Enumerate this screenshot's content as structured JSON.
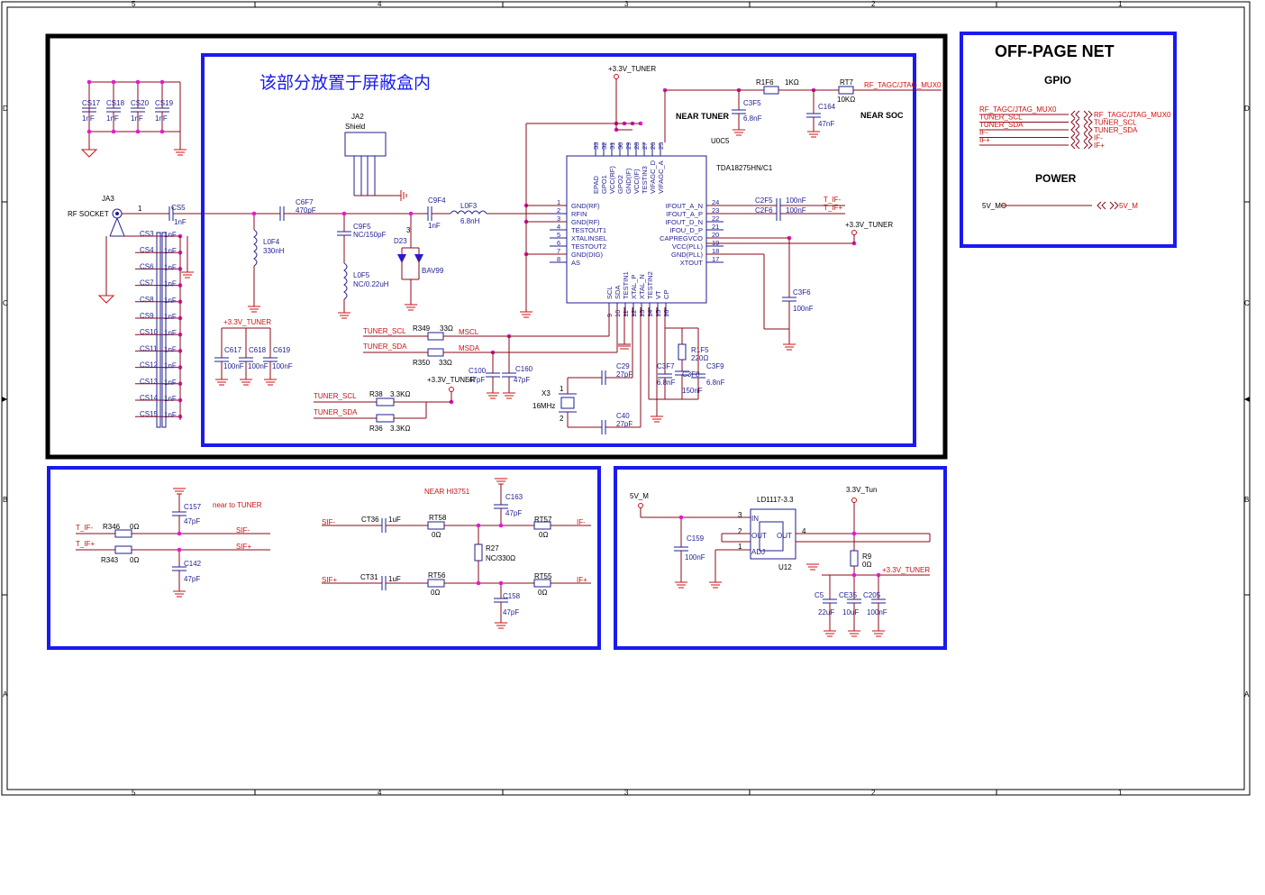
{
  "frame": {
    "cols": [
      "5",
      "4",
      "3",
      "2",
      "1"
    ],
    "rows": [
      "D",
      "C",
      "B",
      "A"
    ]
  },
  "shield_note": "该部分放置于屏蔽盒内",
  "offpage": {
    "title": "OFF-PAGE NET",
    "gpio_title": "GPIO",
    "power_title": "POWER",
    "nets": [
      "RF_TAGC/JTAG_MUX0",
      "TUNER_SCL",
      "TUNER_SDA",
      "IF-",
      "IF+"
    ],
    "power_net": "5V_M"
  },
  "tuner": {
    "ref": "U0C5",
    "part": "TDA18275HN/C1",
    "top_pins": [
      "33",
      "32",
      "31",
      "30",
      "29",
      "28",
      "27",
      "26",
      "25"
    ],
    "top_names": [
      "EPAD",
      "GPO1",
      "VCC(RF)",
      "GPO2",
      "GND(IF)",
      "VCC(IF)",
      "TESTIN3",
      "VIFAGC_D",
      "VIFAGC_A"
    ],
    "left_pins": [
      "1",
      "2",
      "3",
      "4",
      "5",
      "6",
      "7",
      "8"
    ],
    "left_names": [
      "GND(RF)",
      "RFIN",
      "GND(RF)",
      "TESTOUT1",
      "XTALINSEL",
      "TESTOUT2",
      "GND(DIG)",
      "AS"
    ],
    "right_pins": [
      "24",
      "23",
      "22",
      "21",
      "20",
      "19",
      "18",
      "17"
    ],
    "right_names": [
      "IFOUT_A_N",
      "IFOUT_A_P",
      "IFOUT_D_N",
      "IFOU_D_P",
      "CAPREGVCO",
      "VCC(PLL)",
      "GND(PLL)",
      "XTOUT"
    ],
    "bottom_pins": [
      "9",
      "10",
      "11",
      "12",
      "13",
      "14",
      "15",
      "16"
    ],
    "bottom_names": [
      "SCL",
      "SDA",
      "TESTIN1",
      "XTAL_P",
      "XTAL_N",
      "TESTIN2",
      "VT",
      "CP"
    ]
  },
  "rail_tuner": "+3.3V_TUNER",
  "labels": {
    "near_tuner": "NEAR  TUNER",
    "near_soc": "NEAR  SOC",
    "rf_socket": "RF SOCKET",
    "ja3": "JA3",
    "ja2": "JA2",
    "shield": "Shield",
    "near_to_tuner": "near to TUNER",
    "near_hi": "NEAR  HI3751",
    "v5m": "5V_M",
    "v33tun": "3.3V_Tun",
    "ldo": "LD1117-3.3",
    "ldo_ref": "U12",
    "ldo_in": "IN",
    "ldo_out": "OUT",
    "ldo_adj": "ADJ"
  },
  "nets": {
    "rf_tagc": "RF_TAGC/JTAG_MUX0",
    "t_if_minus": "T_IF-",
    "t_if_plus": "T_IF+",
    "tuner_scl": "TUNER_SCL",
    "tuner_sda": "TUNER_SDA",
    "mscl": "MSCL",
    "msda": "MSDA",
    "sif_minus": "SIF-",
    "sif_plus": "SIF+",
    "if_minus": "IF-",
    "if_plus": "IF+"
  },
  "components": {
    "cs_top": [
      {
        "ref": "CS17",
        "val": "1nF"
      },
      {
        "ref": "CS18",
        "val": "1nF"
      },
      {
        "ref": "CS20",
        "val": "1nF"
      },
      {
        "ref": "CS19",
        "val": "1nF"
      }
    ],
    "cs_col": [
      {
        "ref": "CS3",
        "val": "1nF"
      },
      {
        "ref": "CS4",
        "val": "1nF"
      },
      {
        "ref": "CS6",
        "val": "1nF"
      },
      {
        "ref": "CS7",
        "val": "1nF"
      },
      {
        "ref": "CS8",
        "val": "1nF"
      },
      {
        "ref": "CS9",
        "val": "1nF"
      },
      {
        "ref": "CS10",
        "val": "1nF"
      },
      {
        "ref": "CS11",
        "val": "1nF"
      },
      {
        "ref": "CS12",
        "val": "1nF"
      },
      {
        "ref": "CS13",
        "val": "1nF"
      },
      {
        "ref": "CS14",
        "val": "1nF"
      },
      {
        "ref": "CS15",
        "val": "1nF"
      }
    ],
    "cs5": {
      "ref": "CS5",
      "val": "1nF"
    },
    "c6f7": {
      "ref": "C6F7",
      "val": "470pF"
    },
    "l0f4": {
      "ref": "L0F4",
      "val": "330nH"
    },
    "c9f5": {
      "ref": "C9F5",
      "val": "NC/150pF"
    },
    "l0f5": {
      "ref": "L0F5",
      "val": "NC/0.22uH"
    },
    "d23": {
      "ref": "D23",
      "val": "BAV99"
    },
    "c9f4": {
      "ref": "C9F4",
      "val": "1nF"
    },
    "l0f3": {
      "ref": "L0F3",
      "val": "6.8nH"
    },
    "r1f6": {
      "ref": "R1F6",
      "val": "1KΩ"
    },
    "rt7": {
      "ref": "RT7",
      "val": "10KΩ"
    },
    "c3f5": {
      "ref": "C3F5",
      "val": "6.8nF"
    },
    "c164": {
      "ref": "C164",
      "val": "47nF"
    },
    "c2f5": {
      "ref": "C2F5",
      "val": "100nF"
    },
    "c2f6": {
      "ref": "C2F6",
      "val": "100nF"
    },
    "c3f6": {
      "ref": "C3F6",
      "val": "100nF"
    },
    "c617": {
      "ref": "C617",
      "val": "100nF"
    },
    "c618": {
      "ref": "C618",
      "val": "100nF"
    },
    "c619": {
      "ref": "C619",
      "val": "100nF"
    },
    "r349": {
      "ref": "R349",
      "val": "33Ω"
    },
    "r350": {
      "ref": "R350",
      "val": "33Ω"
    },
    "c100": {
      "ref": "C100",
      "val": "47pF"
    },
    "c160": {
      "ref": "C160",
      "val": "47pF"
    },
    "r38": {
      "ref": "R38",
      "val": "3.3KΩ"
    },
    "r36": {
      "ref": "R36",
      "val": "3.3KΩ"
    },
    "x3": {
      "ref": "X3",
      "val": "16MHz"
    },
    "c29": {
      "ref": "C29",
      "val": "27pF"
    },
    "c40": {
      "ref": "C40",
      "val": "27pF"
    },
    "c3f7": {
      "ref": "C3F7",
      "val": "6.8nF"
    },
    "c3f8": {
      "ref": "C3F8",
      "val": "150nF"
    },
    "c3f9": {
      "ref": "C3F9",
      "val": "6.8nF"
    },
    "r1f5": {
      "ref": "R1F5",
      "val": "220Ω"
    },
    "c157": {
      "ref": "C157",
      "val": "47pF"
    },
    "c142": {
      "ref": "C142",
      "val": "47pF"
    },
    "r346": {
      "ref": "R346",
      "val": "0Ω"
    },
    "r343": {
      "ref": "R343",
      "val": "0Ω"
    },
    "ct36": {
      "ref": "CT36",
      "val": "1uF"
    },
    "ct31": {
      "ref": "CT31",
      "val": "1uF"
    },
    "rt58": {
      "ref": "RT58",
      "val": "0Ω"
    },
    "rt57": {
      "ref": "RT57",
      "val": "0Ω"
    },
    "rt56": {
      "ref": "RT56",
      "val": "0Ω"
    },
    "rt55": {
      "ref": "RT55",
      "val": "0Ω"
    },
    "r27": {
      "ref": "R27",
      "val": "NC/330Ω"
    },
    "c163": {
      "ref": "C163",
      "val": "47pF"
    },
    "c158": {
      "ref": "C158",
      "val": "47pF"
    },
    "c159": {
      "ref": "C159",
      "val": "100nF"
    },
    "r9": {
      "ref": "R9",
      "val": "0Ω"
    },
    "c5": {
      "ref": "C5",
      "val": "22uF"
    },
    "ce35": {
      "ref": "CE35",
      "val": "10uF"
    },
    "c205": {
      "ref": "C205",
      "val": "100nF"
    }
  }
}
